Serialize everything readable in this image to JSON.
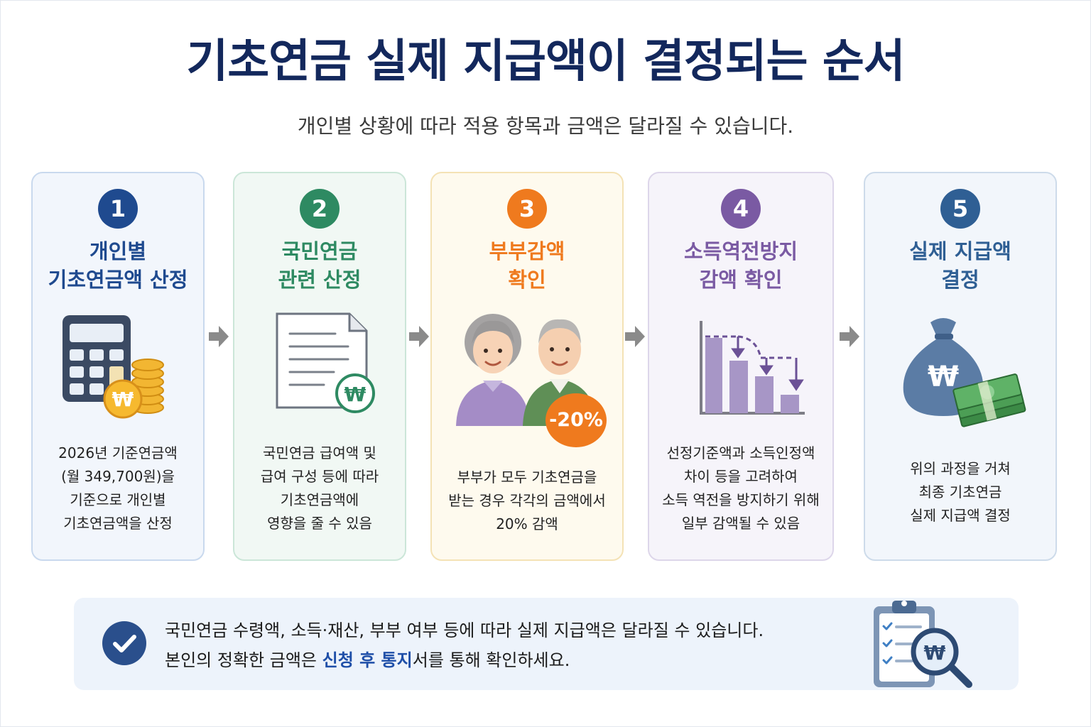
{
  "title": "기초연금 실제 지급액이 결정되는 순서",
  "subtitle": "개인별 상황에 따라 적용 항목과 금액은 달라질 수 있습니다.",
  "colors": {
    "title": "#13285c",
    "step1": "#1f4a8f",
    "step2": "#2e8a62",
    "step3": "#ef7a1e",
    "step4": "#7a5aa3",
    "step5": "#2f5f94",
    "arrow": "#8a8a8a"
  },
  "steps": [
    {
      "number": "1",
      "title_lines": [
        "개인별",
        "기초연금액 산정"
      ],
      "icon": "calculator-coin-icon",
      "desc_lines": [
        "2026년 기준연금액",
        "(월 349,700원)을",
        "기준으로 개인별",
        "기초연금액을 산정"
      ]
    },
    {
      "number": "2",
      "title_lines": [
        "국민연금",
        "관련 산정"
      ],
      "icon": "document-won-icon",
      "desc_lines": [
        "국민연금 급여액 및",
        "급여 구성 등에 따라",
        "기초연금액에",
        "영향을 줄 수 있음"
      ]
    },
    {
      "number": "3",
      "title_lines": [
        "부부감액",
        "확인"
      ],
      "icon": "elderly-couple-icon",
      "badge": "-20%",
      "desc_lines": [
        "부부가 모두 기초연금을",
        "받는 경우 각각의 금액에서",
        "20% 감액"
      ]
    },
    {
      "number": "4",
      "title_lines": [
        "소득역전방지",
        "감액 확인"
      ],
      "icon": "decreasing-bar-chart-icon",
      "desc_lines": [
        "선정기준액과 소득인정액",
        "차이 등을 고려하여",
        "소득 역전을 방지하기 위해",
        "일부 감액될 수 있음"
      ]
    },
    {
      "number": "5",
      "title_lines": [
        "실제 지급액",
        "결정"
      ],
      "icon": "money-bag-cash-icon",
      "desc_lines": [
        "위의 과정을 거쳐",
        "최종 기초연금",
        "실제 지급액 결정"
      ]
    }
  ],
  "note": {
    "line1": "국민연금 수령액, 소득·재산, 부부 여부 등에 따라 실제 지급액은 달라질 수 있습니다.",
    "line2_before": "본인의 정확한 금액은 ",
    "line2_highlight": "신청 후 통지",
    "line2_after": "서를 통해 확인하세요."
  },
  "won_symbol": "₩"
}
